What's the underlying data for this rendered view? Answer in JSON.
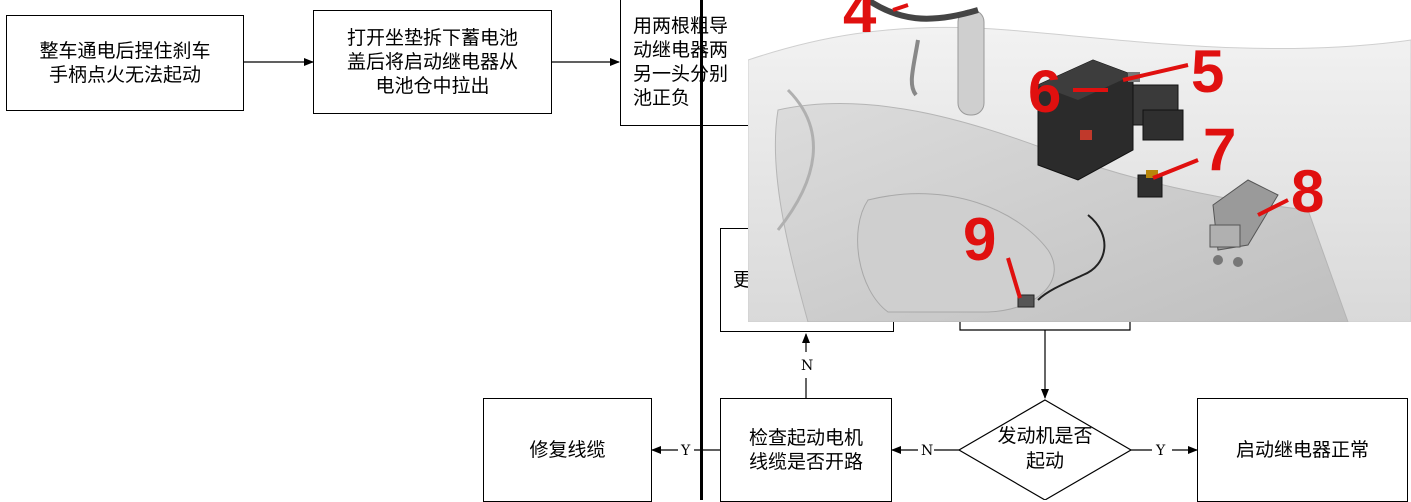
{
  "nodes": {
    "n1": "整车通电后捏住刹车\n手柄点火无法起动",
    "n2": "打开坐垫拆下蓄电池\n盖后将启动继电器从\n电池仓中拉出",
    "n3": "用两根粗导\n动继电器两\n另一头分别\n池正负",
    "n4": "更",
    "n5": "检查起动电机\n线缆是否开路",
    "n6": "修复线缆",
    "n7": "发动机是否\n起动",
    "n8": "启动继电器正常"
  },
  "edge_labels": {
    "n_up": "N",
    "y_left": "Y",
    "n_left": "N",
    "y_right": "Y"
  },
  "photo": {
    "callouts": [
      "4",
      "5",
      "6",
      "7",
      "8",
      "9"
    ],
    "label_color": "#e0100f"
  }
}
